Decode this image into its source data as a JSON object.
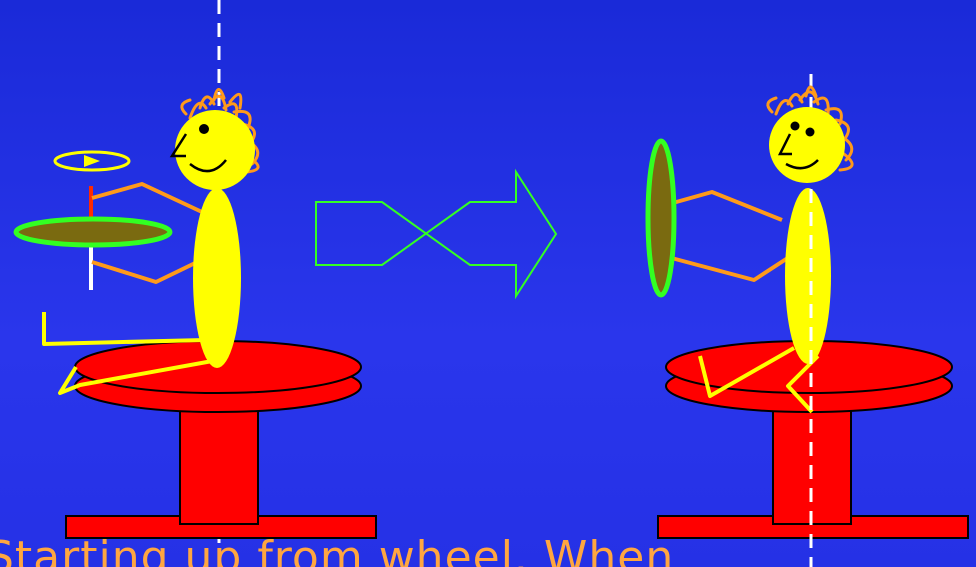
{
  "caption": "Starting up from wheel. When",
  "colors": {
    "background": "#2a36ec",
    "stool": "#ff0000",
    "outline": "#000000",
    "body": "#ffff00",
    "hair": "#ff9a1a",
    "arms": "#ff9a1a",
    "wheel_fill": "#7a6a10",
    "wheel_rim": "#33ff22",
    "arrow": "#33ff22",
    "axis_line": "#ffffff",
    "spin_arrow": "#ffff00",
    "axle": "#ff2a00"
  },
  "panels": [
    {
      "name": "before",
      "wheel_orientation": "horizontal"
    },
    {
      "name": "after",
      "wheel_orientation": "vertical"
    }
  ],
  "transition_arrow": "twisted-arrow"
}
